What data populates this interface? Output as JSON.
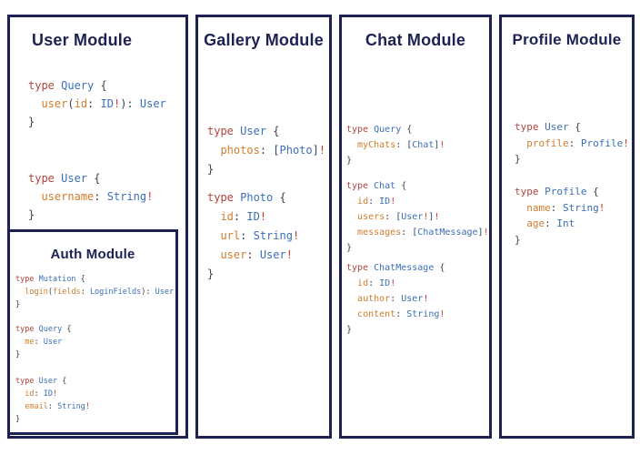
{
  "palette": {
    "page_background": "#ffffff",
    "card_background": "#ffffff",
    "card_border": "#1e2253",
    "heading_text": "#1e2253",
    "token_colors": {
      "kw": "#b0443e",
      "tn": "#3a6fb5",
      "fld": "#d07d2d",
      "p": "#3f3f46",
      "br": "#2f4a66",
      "bang": "#c23b33"
    }
  },
  "modules": [
    {
      "id": "user",
      "title": "User Module",
      "blocks": [
        [
          [
            [
              "kw",
              "type "
            ],
            [
              "tn",
              "Query "
            ],
            [
              "p",
              "{"
            ]
          ],
          [
            [
              "p",
              "  "
            ],
            [
              "fld",
              "user"
            ],
            [
              "p",
              "("
            ],
            [
              "fld",
              "id"
            ],
            [
              "p",
              ": "
            ],
            [
              "tn",
              "ID"
            ],
            [
              "bang",
              "!"
            ],
            [
              "p",
              "): "
            ],
            [
              "tn",
              "User"
            ]
          ],
          [
            [
              "p",
              "}"
            ]
          ]
        ],
        [
          [
            [
              "kw",
              "type "
            ],
            [
              "tn",
              "User "
            ],
            [
              "p",
              "{"
            ]
          ],
          [
            [
              "p",
              "  "
            ],
            [
              "fld",
              "username"
            ],
            [
              "p",
              ": "
            ],
            [
              "tn",
              "String"
            ],
            [
              "bang",
              "!"
            ]
          ],
          [
            [
              "p",
              "}"
            ]
          ]
        ]
      ]
    },
    {
      "id": "gallery",
      "title": "Gallery Module",
      "blocks": [
        [
          [
            [
              "kw",
              "type "
            ],
            [
              "tn",
              "User "
            ],
            [
              "p",
              "{"
            ]
          ],
          [
            [
              "p",
              "  "
            ],
            [
              "fld",
              "photos"
            ],
            [
              "p",
              ": "
            ],
            [
              "br",
              "["
            ],
            [
              "tn",
              "Photo"
            ],
            [
              "br",
              "]"
            ],
            [
              "bang",
              "!"
            ]
          ],
          [
            [
              "p",
              "}"
            ]
          ]
        ],
        [
          [
            [
              "kw",
              "type "
            ],
            [
              "tn",
              "Photo "
            ],
            [
              "p",
              "{"
            ]
          ],
          [
            [
              "p",
              "  "
            ],
            [
              "fld",
              "id"
            ],
            [
              "p",
              ": "
            ],
            [
              "tn",
              "ID"
            ],
            [
              "bang",
              "!"
            ]
          ],
          [
            [
              "p",
              "  "
            ],
            [
              "fld",
              "url"
            ],
            [
              "p",
              ": "
            ],
            [
              "tn",
              "String"
            ],
            [
              "bang",
              "!"
            ]
          ],
          [
            [
              "p",
              "  "
            ],
            [
              "fld",
              "user"
            ],
            [
              "p",
              ": "
            ],
            [
              "tn",
              "User"
            ],
            [
              "bang",
              "!"
            ]
          ],
          [
            [
              "p",
              "}"
            ]
          ]
        ]
      ]
    },
    {
      "id": "chat",
      "title": "Chat Module",
      "blocks": [
        [
          [
            [
              "kw",
              "type "
            ],
            [
              "tn",
              "Query "
            ],
            [
              "p",
              "{"
            ]
          ],
          [
            [
              "p",
              "  "
            ],
            [
              "fld",
              "myChats"
            ],
            [
              "p",
              ": "
            ],
            [
              "br",
              "["
            ],
            [
              "tn",
              "Chat"
            ],
            [
              "br",
              "]"
            ],
            [
              "bang",
              "!"
            ]
          ],
          [
            [
              "p",
              "}"
            ]
          ]
        ],
        [
          [
            [
              "kw",
              "type "
            ],
            [
              "tn",
              "Chat "
            ],
            [
              "p",
              "{"
            ]
          ],
          [
            [
              "p",
              "  "
            ],
            [
              "fld",
              "id"
            ],
            [
              "p",
              ": "
            ],
            [
              "tn",
              "ID"
            ],
            [
              "bang",
              "!"
            ]
          ],
          [
            [
              "p",
              "  "
            ],
            [
              "fld",
              "users"
            ],
            [
              "p",
              ": "
            ],
            [
              "br",
              "["
            ],
            [
              "tn",
              "User"
            ],
            [
              "bang",
              "!"
            ],
            [
              "br",
              "]"
            ],
            [
              "bang",
              "!"
            ]
          ],
          [
            [
              "p",
              "  "
            ],
            [
              "fld",
              "messages"
            ],
            [
              "p",
              ": "
            ],
            [
              "br",
              "["
            ],
            [
              "tn",
              "ChatMessage"
            ],
            [
              "br",
              "]"
            ],
            [
              "bang",
              "!"
            ]
          ],
          [
            [
              "p",
              "}"
            ]
          ]
        ],
        [
          [
            [
              "kw",
              "type "
            ],
            [
              "tn",
              "ChatMessage "
            ],
            [
              "p",
              "{"
            ]
          ],
          [
            [
              "p",
              "  "
            ],
            [
              "fld",
              "id"
            ],
            [
              "p",
              ": "
            ],
            [
              "tn",
              "ID"
            ],
            [
              "bang",
              "!"
            ]
          ],
          [
            [
              "p",
              "  "
            ],
            [
              "fld",
              "author"
            ],
            [
              "p",
              ": "
            ],
            [
              "tn",
              "User"
            ],
            [
              "bang",
              "!"
            ]
          ],
          [
            [
              "p",
              "  "
            ],
            [
              "fld",
              "content"
            ],
            [
              "p",
              ": "
            ],
            [
              "tn",
              "String"
            ],
            [
              "bang",
              "!"
            ]
          ],
          [
            [
              "p",
              "}"
            ]
          ]
        ]
      ]
    },
    {
      "id": "profile",
      "title": "Profile Module",
      "blocks": [
        [
          [
            [
              "kw",
              "type "
            ],
            [
              "tn",
              "User "
            ],
            [
              "p",
              "{"
            ]
          ],
          [
            [
              "p",
              "  "
            ],
            [
              "fld",
              "profile"
            ],
            [
              "p",
              ": "
            ],
            [
              "tn",
              "Profile"
            ],
            [
              "bang",
              "!"
            ]
          ],
          [
            [
              "p",
              "}"
            ]
          ]
        ],
        [
          [
            [
              "kw",
              "type "
            ],
            [
              "tn",
              "Profile "
            ],
            [
              "p",
              "{"
            ]
          ],
          [
            [
              "p",
              "  "
            ],
            [
              "fld",
              "name"
            ],
            [
              "p",
              ": "
            ],
            [
              "tn",
              "String"
            ],
            [
              "bang",
              "!"
            ]
          ],
          [
            [
              "p",
              "  "
            ],
            [
              "fld",
              "age"
            ],
            [
              "p",
              ": "
            ],
            [
              "tn",
              "Int"
            ]
          ],
          [
            [
              "p",
              "}"
            ]
          ]
        ]
      ]
    },
    {
      "id": "auth",
      "title": "Auth Module",
      "blocks": [
        [
          [
            [
              "kw",
              "type "
            ],
            [
              "tn",
              "Mutation "
            ],
            [
              "p",
              "{"
            ]
          ],
          [
            [
              "p",
              "  "
            ],
            [
              "fld",
              "login"
            ],
            [
              "p",
              "("
            ],
            [
              "fld",
              "fields"
            ],
            [
              "p",
              ": "
            ],
            [
              "tn",
              "LoginFields"
            ],
            [
              "p",
              "): "
            ],
            [
              "tn",
              "User"
            ]
          ],
          [
            [
              "p",
              "}"
            ]
          ]
        ],
        [
          [
            [
              "kw",
              "type "
            ],
            [
              "tn",
              "Query "
            ],
            [
              "p",
              "{"
            ]
          ],
          [
            [
              "p",
              "  "
            ],
            [
              "fld",
              "me"
            ],
            [
              "p",
              ": "
            ],
            [
              "tn",
              "User"
            ]
          ],
          [
            [
              "p",
              "}"
            ]
          ]
        ],
        [
          [
            [
              "kw",
              "type "
            ],
            [
              "tn",
              "User "
            ],
            [
              "p",
              "{"
            ]
          ],
          [
            [
              "p",
              "  "
            ],
            [
              "fld",
              "id"
            ],
            [
              "p",
              ": "
            ],
            [
              "tn",
              "ID"
            ],
            [
              "bang",
              "!"
            ]
          ],
          [
            [
              "p",
              "  "
            ],
            [
              "fld",
              "email"
            ],
            [
              "p",
              ": "
            ],
            [
              "tn",
              "String"
            ],
            [
              "bang",
              "!"
            ]
          ],
          [
            [
              "p",
              "}"
            ]
          ]
        ]
      ]
    }
  ]
}
